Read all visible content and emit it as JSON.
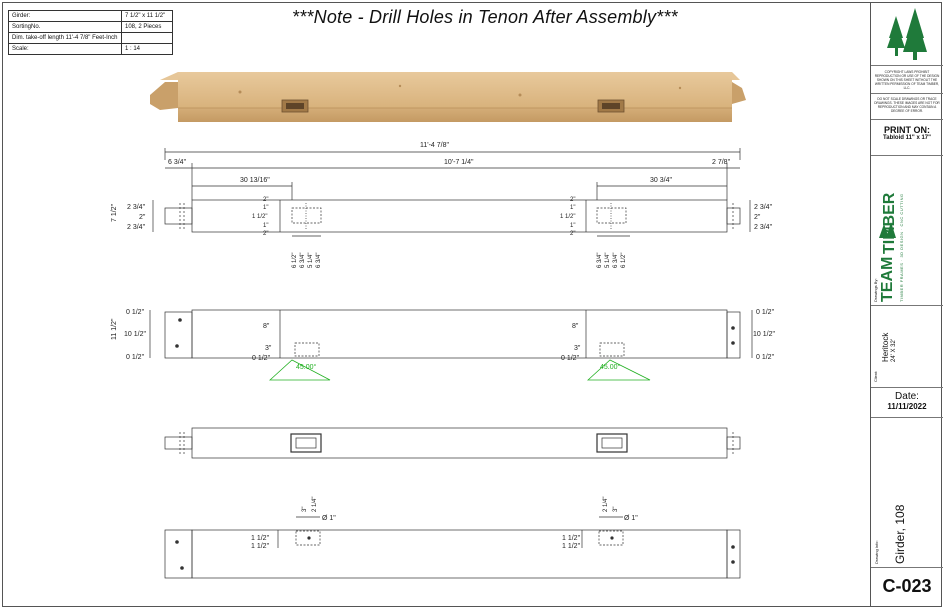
{
  "info": {
    "rows": [
      {
        "label": "Girder:",
        "value": "7 1/2\" x 11 1/2\""
      },
      {
        "label": "SortingNo.",
        "value": "108, 2 Pieces"
      },
      {
        "label": "Dim. take-off length 11'-4 7/8\" Feet-Inch",
        "value": ""
      },
      {
        "label": "Scale:",
        "value": "1 : 14"
      }
    ]
  },
  "note": "***Note - Drill Holes in Tenon After Assembly***",
  "colors": {
    "line": "#333333",
    "angle": "#22b022",
    "brand": "#1f7a3a"
  },
  "elevation1": {
    "overall": "11'-4 7/8\"",
    "left_ext": "6 3/4\"",
    "middle": "10'-7 1/4\"",
    "right_ext": "2 7/8\"",
    "left_pos": "30 13/16\"",
    "right_pos": "30 3/4\"",
    "left_height": "7 1/2\"",
    "left_vert": [
      "2 3/4\"",
      "2\"",
      "2 3/4\""
    ],
    "right_vert": [
      "2 3/4\"",
      "2\"",
      "2 3/4\""
    ],
    "mortise_left_v": [
      "2\"",
      "1\"",
      "1 1/2\"",
      "1\"",
      "2\""
    ],
    "mortise_right_v": [
      "2\"",
      "1\"",
      "1 1/2\"",
      "1\"",
      "2\""
    ],
    "mortise_left_h": [
      "6 1/2\"",
      "6 3/4\"",
      "5 1/4\"",
      "6 3/4\""
    ],
    "mortise_right_h": [
      "6 3/4\"",
      "5 1/4\"",
      "6 3/4\"",
      "6 1/2\""
    ]
  },
  "elevation2": {
    "left_height": "11 1/2\"",
    "left_vert": [
      "0 1/2\"",
      "10 1/2\"",
      "0 1/2\""
    ],
    "right_vert": [
      "0 1/2\"",
      "10 1/2\"",
      "0 1/2\""
    ],
    "mortise_left_v": [
      "8\"",
      "3\"",
      "0 1/2\""
    ],
    "mortise_right_v": [
      "8\"",
      "3\"",
      "0 1/2\""
    ],
    "angle_left": "45.00°",
    "angle_right": "45.00°"
  },
  "elevation4": {
    "left_top": [
      "3\"",
      "2 1/4\""
    ],
    "right_top": [
      "2 1/4\"",
      "3\""
    ],
    "diameter_left": "Ø 1\"",
    "diameter_right": "Ø 1\"",
    "left_vert": [
      "1 1/2\"",
      "1 1/2\""
    ],
    "right_vert": [
      "1 1/2\"",
      "1 1/2\""
    ]
  },
  "titleblock": {
    "copyright": "COPYRIGHT LAWS PROHIBIT REPRODUCTION OR USE OF THE DESIGN SHOWN ON THIS SHEET WITHOUT THE WRITTEN PERMISSION OF TEAM TIMBER, LLC.",
    "do_not_scale": "DO NOT SCALE DRAWINGS OR TRACE DRAWINGS. THESE IMAGES ARE NOT FOR REPRODUCTION AND MAY CONTAIN A DEGREE OF ERROR.",
    "print_on": "PRINT ON:",
    "paper": "Tabloid 11\" x 17\"",
    "drawings_by_label": "Drawings By:",
    "brand_team": "TEAM",
    "brand_timber": "TIMBER",
    "brand_tagline": "TIMBER FRAMES  ·  3D DESIGN  ·  CNC CUTTING",
    "client_label": "Client:",
    "client": "Heritock",
    "client_size": "24' X 32'",
    "date_label": "Date:",
    "date": "11/11/2022",
    "drawing_info_label": "Drawing Info:",
    "drawing_info": "Girder, 108",
    "sheet": "C-023"
  }
}
